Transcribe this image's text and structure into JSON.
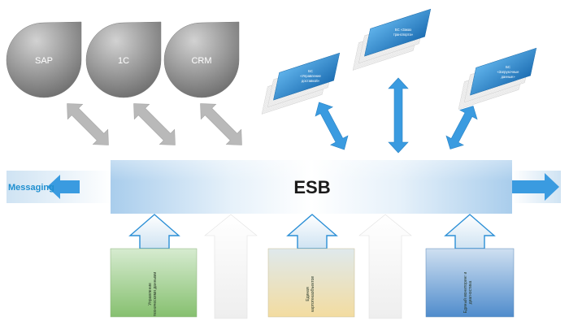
{
  "systems": [
    {
      "label": "SAP"
    },
    {
      "label": "1C"
    },
    {
      "label": "CRM"
    }
  ],
  "business_services": [
    {
      "line1": "БС",
      "line2": "«Управление",
      "line3": "доставкой»"
    },
    {
      "line1": "БС «Заказ",
      "line2": "транспорта»",
      "line3": ""
    },
    {
      "line1": "БС",
      "line2": "«Загрузочные",
      "line3": "данные»"
    }
  ],
  "bus": {
    "label": "ESB"
  },
  "messaging": {
    "label": "Messaging"
  },
  "source_boxes": [
    {
      "line1": "Управление",
      "line2": "техническими данными"
    },
    {
      "line1": "Единая",
      "line2": "картотекаобъектов"
    },
    {
      "line1": "Единый мониторинг и",
      "line2": "диагностика"
    }
  ],
  "colors": {
    "drop_gray": "#8e8e8e",
    "arrow_gray": "#b9b9b9",
    "diamond_blue": "#2f86c9",
    "arrow_blue": "#3a9be0",
    "bus_blue": "#bcd8ef",
    "box_green": "#8fc57a",
    "box_sand": "#f0dca7",
    "box_blue": "#5d95cf"
  }
}
